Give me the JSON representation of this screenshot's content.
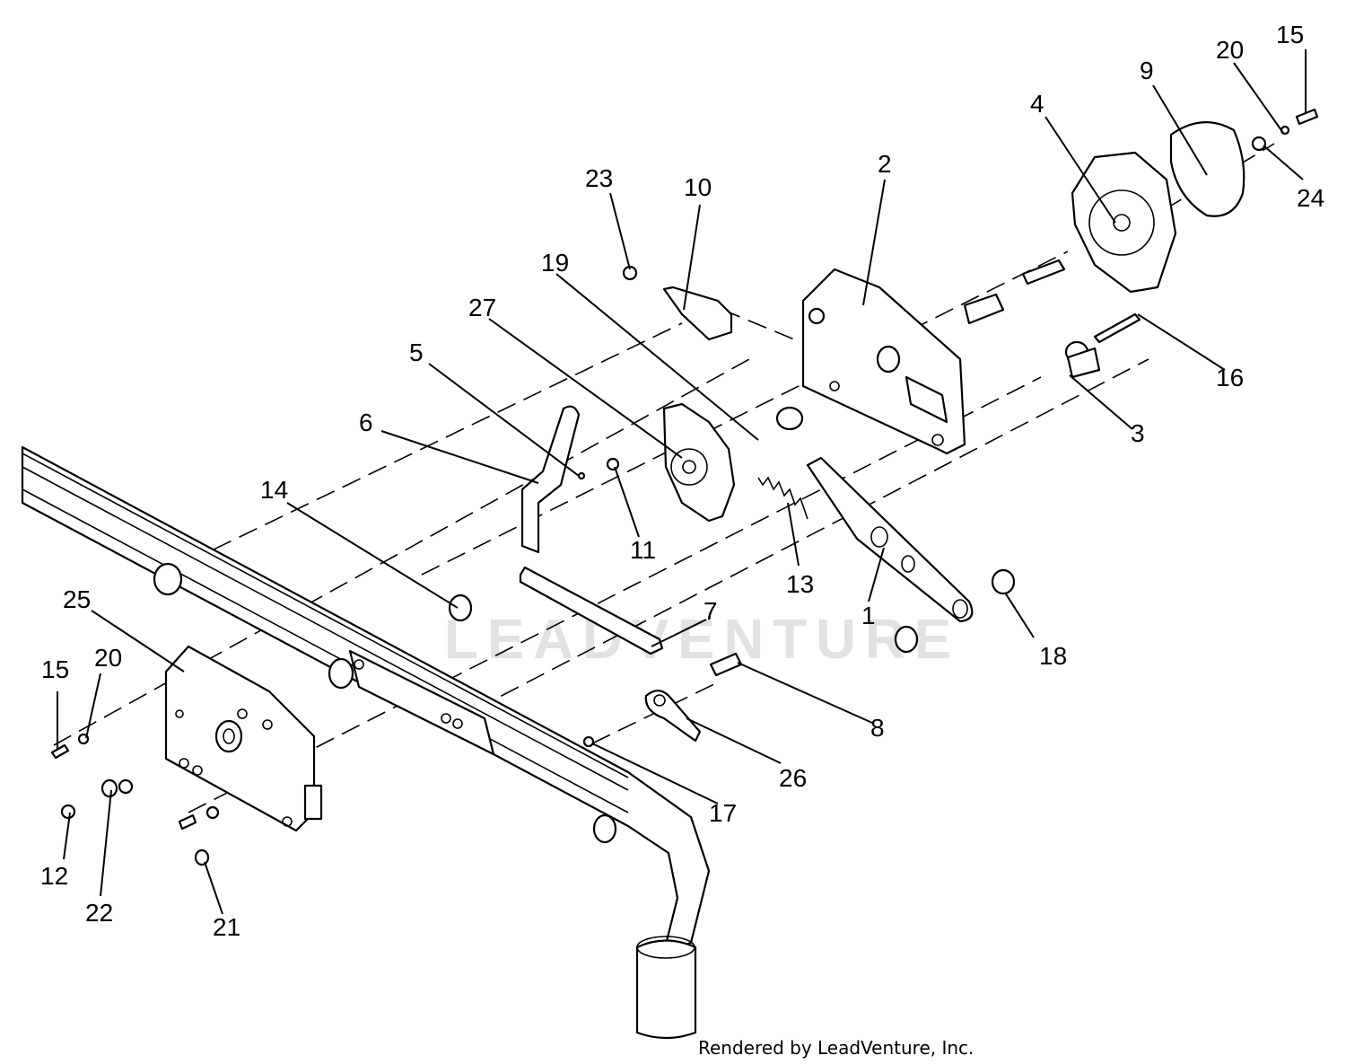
{
  "diagram": {
    "watermark": "LEADVENTURE",
    "credit": "Rendered by LeadVenture, Inc.",
    "callouts": [
      {
        "id": "c1",
        "label": "1"
      },
      {
        "id": "c2",
        "label": "2"
      },
      {
        "id": "c3",
        "label": "3"
      },
      {
        "id": "c4",
        "label": "4"
      },
      {
        "id": "c5",
        "label": "5"
      },
      {
        "id": "c6",
        "label": "6"
      },
      {
        "id": "c7",
        "label": "7"
      },
      {
        "id": "c8",
        "label": "8"
      },
      {
        "id": "c9",
        "label": "9"
      },
      {
        "id": "c10",
        "label": "10"
      },
      {
        "id": "c11",
        "label": "11"
      },
      {
        "id": "c12",
        "label": "12"
      },
      {
        "id": "c13",
        "label": "13"
      },
      {
        "id": "c14",
        "label": "14"
      },
      {
        "id": "c15a",
        "label": "15"
      },
      {
        "id": "c15b",
        "label": "15"
      },
      {
        "id": "c16",
        "label": "16"
      },
      {
        "id": "c17",
        "label": "17"
      },
      {
        "id": "c18",
        "label": "18"
      },
      {
        "id": "c19",
        "label": "19"
      },
      {
        "id": "c20a",
        "label": "20"
      },
      {
        "id": "c20b",
        "label": "20"
      },
      {
        "id": "c21",
        "label": "21"
      },
      {
        "id": "c22",
        "label": "22"
      },
      {
        "id": "c23",
        "label": "23"
      },
      {
        "id": "c24",
        "label": "24"
      },
      {
        "id": "c25",
        "label": "25"
      },
      {
        "id": "c26",
        "label": "26"
      },
      {
        "id": "c27",
        "label": "27"
      }
    ]
  }
}
